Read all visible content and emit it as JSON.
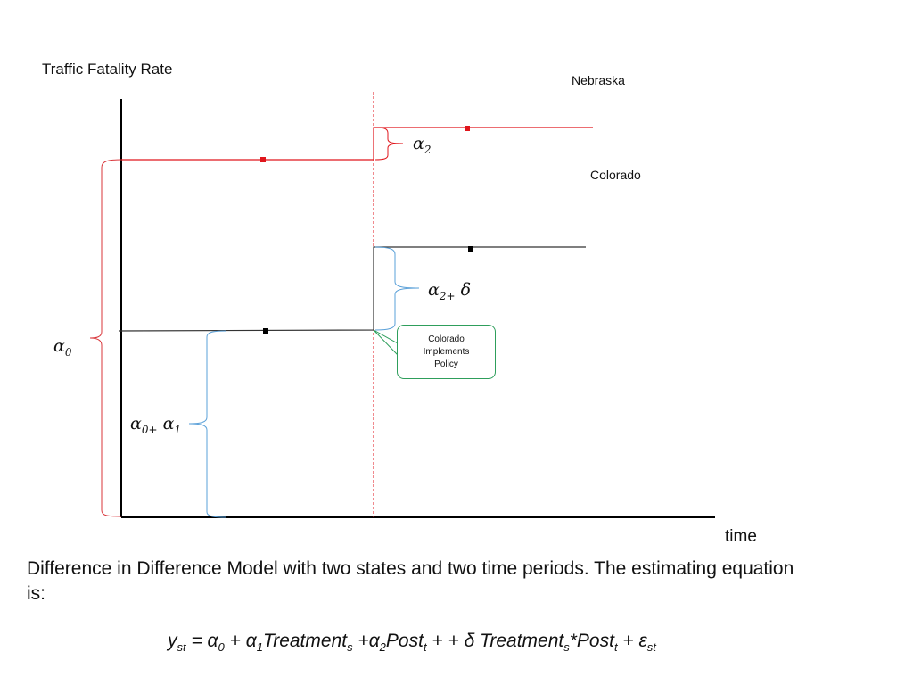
{
  "axes": {
    "y_title": "Traffic Fatality Rate",
    "x_title": "time"
  },
  "states": {
    "treated": "Nebraska",
    "control": "Colorado"
  },
  "brackets": {
    "alpha0": {
      "base": "α",
      "sub": "0"
    },
    "alpha0_alpha1": {
      "base1": "α",
      "sub1": "0+",
      "base2": " α",
      "sub2": "1"
    },
    "alpha2": {
      "base": "α",
      "sub": "2"
    },
    "alpha2_delta": {
      "base": "α",
      "sub": "2+",
      "tail": " δ"
    }
  },
  "callout": {
    "lines": [
      "Colorado",
      "Implements",
      "Policy"
    ]
  },
  "caption": "Difference in Difference Model with two states and two time periods.   The estimating equation is:",
  "equation": {
    "y": "y",
    "y_sub": "st",
    "eq1": " = α",
    "a0_sub": "0",
    "plus1": " + α",
    "a1_sub": "1",
    "treat": "Treatment",
    "treat_sub": "s",
    "plus2": " +α",
    "a2_sub": "2",
    "post": "Post",
    "post_sub": "t",
    "mid": " + + δ Treatment",
    "treat2_sub": "s",
    "star_post": "*Post",
    "post2_sub": "t",
    "eps": " + ε",
    "eps_sub": "st"
  },
  "colors": {
    "nebraska_line": "#e0161c",
    "colorado_line": "#333333",
    "policy_line": "#e0161c",
    "alpha0_bracket": "#d9353a",
    "alpha1_bracket": "#5aa0d8",
    "delta_bracket": "#5aa0d8",
    "callout_border": "#2e9e5b"
  }
}
